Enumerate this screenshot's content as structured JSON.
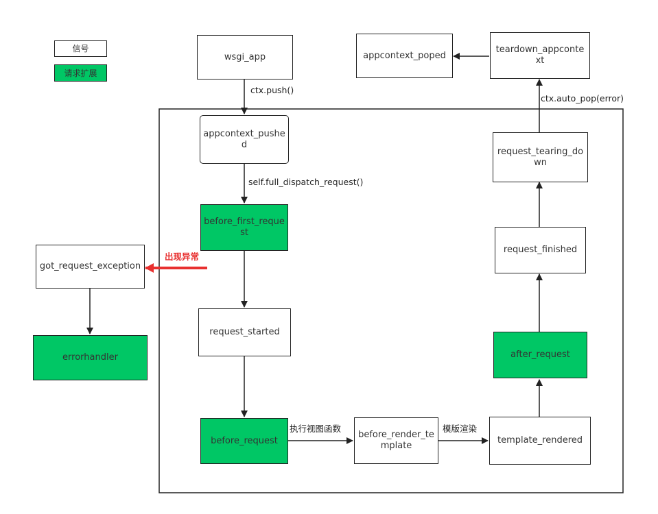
{
  "legend": {
    "signal": "信号",
    "extension": "请求扩展"
  },
  "nodes": {
    "wsgi_app": "wsgi_app",
    "appcontext_poped": "appcontext_poped",
    "teardown_appcontext": "teardown_appcontext",
    "appcontext_pushed": "appcontext_pushed",
    "request_tearing_down": "request_tearing_down",
    "before_first_request": "before_first_request",
    "request_finished": "request_finished",
    "got_request_exception": "got_request_exception",
    "request_started": "request_started",
    "errorhandler": "errorhandler",
    "after_request": "after_request",
    "before_request": "before_request",
    "before_render_template": "before_render_template",
    "template_rendered": "template_rendered"
  },
  "edge_labels": {
    "ctx_push": "ctx.push()",
    "ctx_auto_pop": "ctx.auto_pop(error)",
    "full_dispatch": "self.full_dispatch_request()",
    "exception": "出现异常",
    "exec_view": "执行视图函数",
    "template_render": "模版渲染"
  },
  "colors": {
    "extension": "#00c765",
    "exception_arrow": "#e8302f",
    "line": "#222222"
  }
}
